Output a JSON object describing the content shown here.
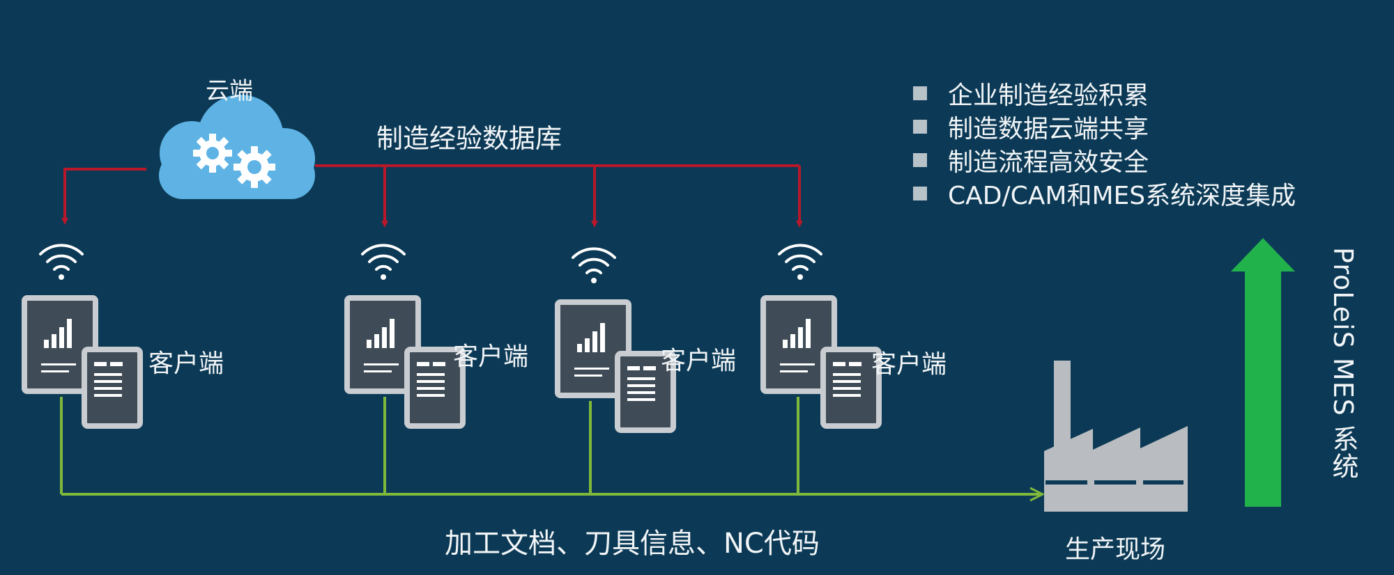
{
  "cloud": {
    "label": "云端",
    "database_label": "制造经验数据库"
  },
  "clients": [
    {
      "label": "客户端"
    },
    {
      "label": "客户端"
    },
    {
      "label": "客户端"
    },
    {
      "label": "客户端"
    }
  ],
  "bottom_line_label": "加工文档、刀具信息、NC代码",
  "factory_label": "生产现场",
  "benefits": [
    "企业制造经验积累",
    "制造数据云端共享",
    "制造流程高效安全",
    "CAD/CAM和MES系统深度集成"
  ],
  "system_label": "ProLeiS MES 系统",
  "colors": {
    "background": "#0c3a56",
    "cloud_line": "#b8182a",
    "data_line": "#7fb83a",
    "arrow": "#22b24c",
    "cloud": "#5eb3e4",
    "device": "#c9cdd1",
    "factory": "#b9bdc1"
  },
  "icons": [
    "cloud-gears-icon",
    "wifi-icon",
    "tablet-phone-icon",
    "factory-icon",
    "up-arrow-icon"
  ]
}
